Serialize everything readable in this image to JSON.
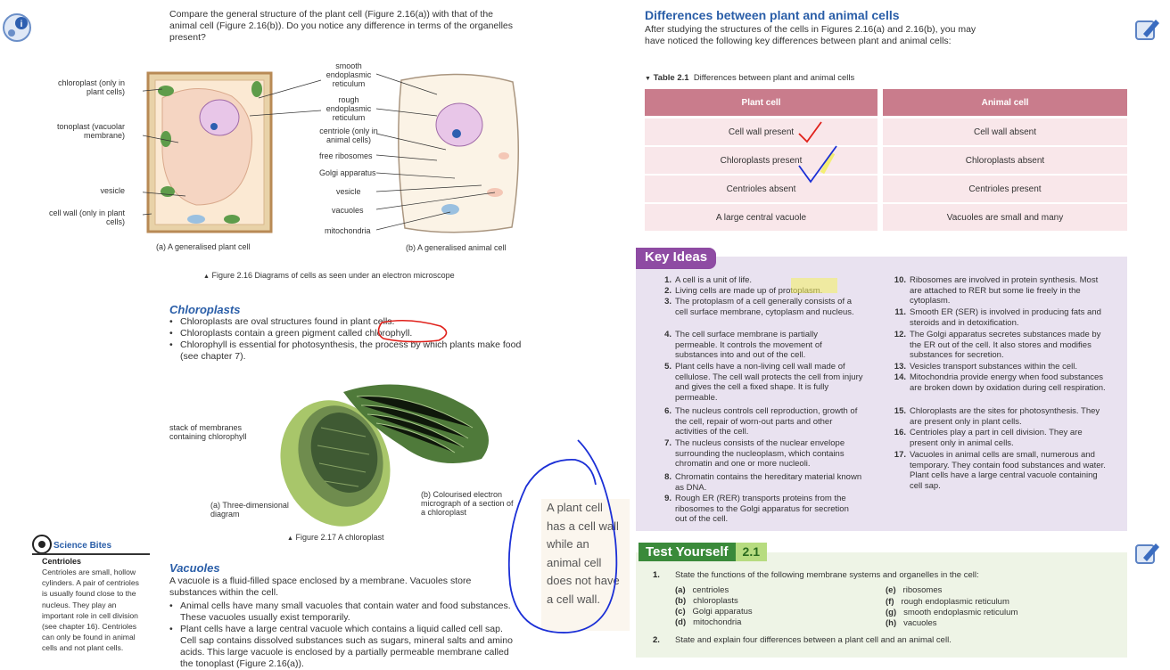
{
  "intro_question": "Compare the general structure of the plant cell (Figure 2.16(a)) with that of the animal cell (Figure 2.16(b)). Do you notice any difference in terms of the organelles present?",
  "fig216": {
    "left_labels": [
      "chloroplast (only in plant cells)",
      "tonoplast (vacuolar membrane)",
      "vesicle",
      "cell wall (only in plant cells)"
    ],
    "mid_labels": [
      "smooth endoplasmic reticulum",
      "rough endoplasmic reticulum",
      "centriole (only in animal cells)",
      "free ribosomes",
      "Golgi apparatus",
      "vesicle",
      "vacuoles",
      "mitochondria"
    ],
    "caption_a": "(a) A generalised plant cell",
    "caption_b": "(b) A generalised animal cell",
    "caption": "Figure 2.16 Diagrams of cells as seen under an electron microscope"
  },
  "chloroplasts": {
    "heading": "Chloroplasts",
    "bullets": [
      "Chloroplasts are oval structures found in plant cells.",
      "Chloroplasts contain a green pigment called chlorophyll.",
      "Chlorophyll is essential for photosynthesis, the process by which plants make food (see chapter 7)."
    ]
  },
  "fig217": {
    "label_stack": "stack of membranes containing chlorophyll",
    "caption_a": "(a) Three-dimensional diagram",
    "caption_b": "(b) Colourised electron micrograph of a section of a chloroplast",
    "caption": "Figure 2.17 A chloroplast"
  },
  "science_bites": {
    "title": "Science Bites",
    "heading": "Centrioles",
    "text": "Centrioles are small, hollow cylinders. A pair of centrioles is usually found close to the nucleus. They play an important role in cell division (see chapter 16). Centrioles can only be found in animal cells and not plant cells."
  },
  "vacuoles": {
    "heading": "Vacuoles",
    "intro": "A vacuole is a fluid-filled space enclosed by a membrane. Vacuoles store substances within the cell.",
    "bullets": [
      "Animal cells have many small vacuoles that contain water and food substances. These vacuoles usually exist temporarily.",
      "Plant cells have a large central vacuole which contains a liquid called cell sap. Cell sap contains dissolved substances such as sugars, mineral salts and amino acids. This large vacuole is enclosed by a partially permeable membrane called the tonoplast (Figure 2.16(a))."
    ]
  },
  "sticky_note": "A plant cell has a cell wall while an animal cell does not have a cell wall.",
  "differences": {
    "heading": "Differences between plant and animal cells",
    "intro": "After studying the structures of the cells in Figures 2.16(a) and 2.16(b), you may have noticed the following key differences between plant and animal cells:",
    "table_title_bold": "Table 2.1",
    "table_title": "Differences between plant and animal cells",
    "headers": [
      "Plant cell",
      "Animal cell"
    ],
    "rows": [
      [
        "Cell wall present",
        "Cell wall absent"
      ],
      [
        "Chloroplasts present",
        "Chloroplasts absent"
      ],
      [
        "Centrioles absent",
        "Centrioles present"
      ],
      [
        "A large central vacuole",
        "Vacuoles are small and many"
      ]
    ]
  },
  "key_ideas": {
    "title": "Key Ideas",
    "left": [
      {
        "n": "1.",
        "t": "A cell is a unit of life."
      },
      {
        "n": "2.",
        "t": "Living cells are made up of protoplasm."
      },
      {
        "n": "3.",
        "t": "The protoplasm of a cell generally consists of a cell surface membrane, cytoplasm and nucleus."
      },
      {
        "n": "4.",
        "t": "The cell surface membrane is partially permeable. It controls the movement of substances into and out of the cell."
      },
      {
        "n": "5.",
        "t": "Plant cells have a non-living cell wall made of cellulose. The cell wall protects the cell from injury and gives the cell a fixed shape. It is fully permeable."
      },
      {
        "n": "6.",
        "t": "The nucleus controls cell reproduction, growth of the cell, repair of worn-out parts and other activities of the cell."
      },
      {
        "n": "7.",
        "t": "The nucleus consists of the nuclear envelope surrounding the nucleoplasm, which contains chromatin and one or more nucleoli."
      },
      {
        "n": "8.",
        "t": "Chromatin contains the hereditary material known as DNA."
      },
      {
        "n": "9.",
        "t": "Rough ER (RER) transports proteins from the ribosomes to the Golgi apparatus for secretion out of the cell."
      }
    ],
    "right": [
      {
        "n": "10.",
        "t": "Ribosomes are involved in protein synthesis. Most are attached to RER but some lie freely in the cytoplasm."
      },
      {
        "n": "11.",
        "t": "Smooth ER (SER) is involved in producing fats and steroids and in detoxification."
      },
      {
        "n": "12.",
        "t": "The Golgi apparatus secretes substances made by the ER out of the cell. It also stores and modifies substances for secretion."
      },
      {
        "n": "13.",
        "t": "Vesicles transport substances within the cell."
      },
      {
        "n": "14.",
        "t": "Mitochondria provide energy when food substances are broken down by oxidation during cell respiration."
      },
      {
        "n": "15.",
        "t": "Chloroplasts are the sites for photosynthesis. They are present only in plant cells."
      },
      {
        "n": "16.",
        "t": "Centrioles play a part in cell division. They are present only in animal cells."
      },
      {
        "n": "17.",
        "t": "Vacuoles in animal cells are small, numerous and temporary. They contain food substances and water. Plant cells have a large central vacuole containing cell sap."
      }
    ]
  },
  "test_yourself": {
    "title": "Test Yourself",
    "number": "2.1",
    "q1_n": "1.",
    "q1": "State the functions of the following membrane systems and organelles in the cell:",
    "subs_left": [
      [
        "(a)",
        "centrioles"
      ],
      [
        "(b)",
        "chloroplasts"
      ],
      [
        "(c)",
        "Golgi apparatus"
      ],
      [
        "(d)",
        "mitochondria"
      ]
    ],
    "subs_right": [
      [
        "(e)",
        "ribosomes"
      ],
      [
        "(f)",
        "rough endoplasmic reticulum"
      ],
      [
        "(g)",
        "smooth endoplasmic reticulum"
      ],
      [
        "(h)",
        "vacuoles"
      ]
    ],
    "q2_n": "2.",
    "q2": "State and explain four differences between a plant cell and an animal cell."
  },
  "icons": [
    "info-icon",
    "edit-icon",
    "edit-icon-2",
    "science-bites-icon"
  ],
  "colors": {
    "heading_blue": "#2a5ea8",
    "key_ideas_purple": "#8e4ba3",
    "table_header": "#c97c8c",
    "test_green": "#3a8a3a",
    "annotation_red": "#e0201a",
    "annotation_blue": "#1b2fd6",
    "highlight_yellow": "#f4f060"
  }
}
